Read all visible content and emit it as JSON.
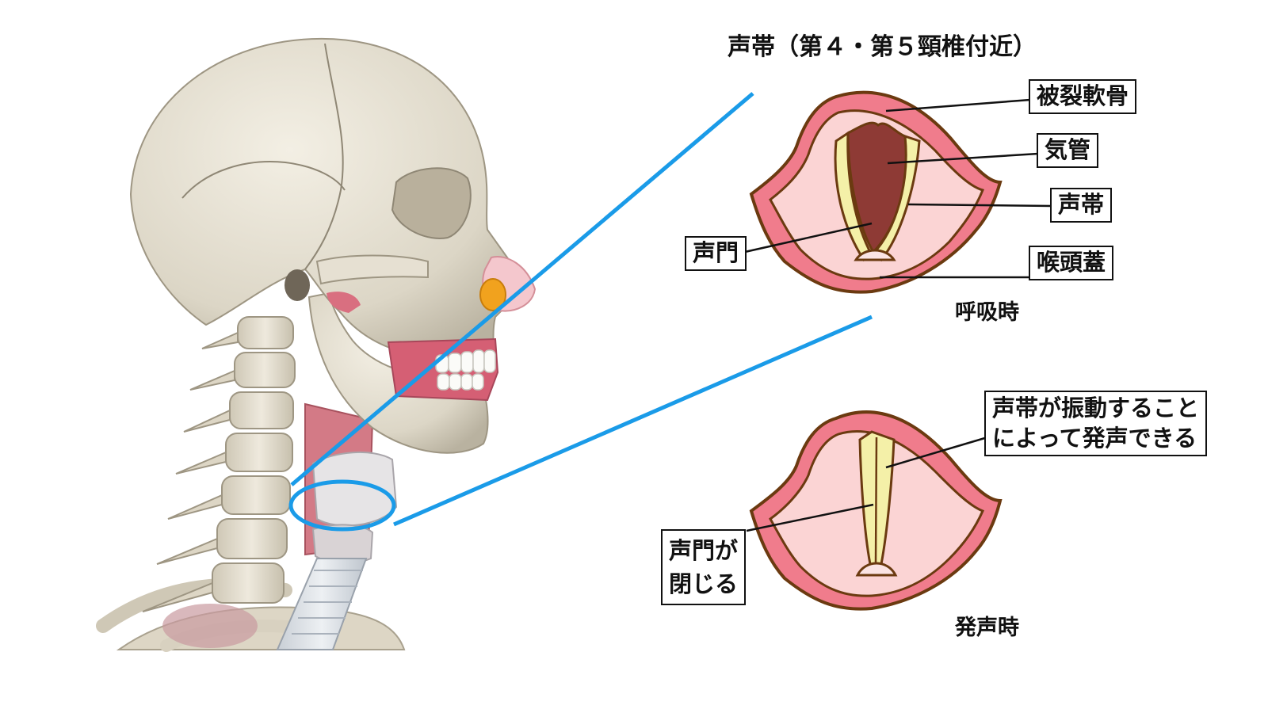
{
  "title": "声帯（第４・第５頸椎付近）",
  "breathing": {
    "caption": "呼吸時",
    "labels": {
      "arytenoid": "被裂軟骨",
      "trachea": "気管",
      "vocal_cords": "声帯",
      "glottis": "声門",
      "epiglottis": "喉頭蓋"
    }
  },
  "phonation": {
    "caption": "発声時",
    "note_line1": "声帯が振動すること",
    "note_line2": "によって発声できる",
    "glottis_line1": "声門が",
    "glottis_line2": "閉じる"
  },
  "colors": {
    "callout": "#1a9be8",
    "outer_ring": "#f07c8c",
    "inner_tissue": "#fbd4d4",
    "trachea_dark": "#8e3a35",
    "vocal_cord": "#f4f0a8",
    "outline": "#6b3a10"
  }
}
